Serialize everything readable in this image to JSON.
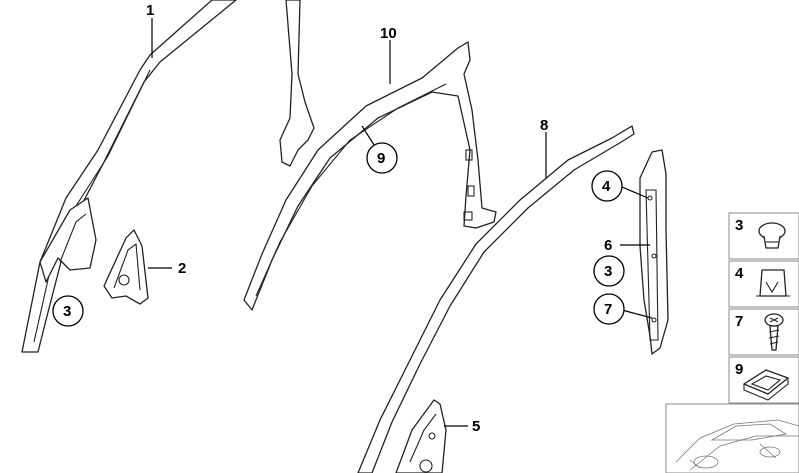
{
  "callouts": {
    "c1": "1",
    "c2": "2",
    "c3a": "3",
    "c10": "10",
    "c9": "9",
    "c8": "8",
    "c4": "4",
    "c6": "6",
    "c3b": "3",
    "c7": "7",
    "c5": "5"
  },
  "legend": {
    "item1": "3",
    "item2": "4",
    "item3": "7",
    "item4": "9"
  },
  "colors": {
    "line": "#222222",
    "box_border": "#8a8a8a",
    "background": "#ffffff"
  }
}
